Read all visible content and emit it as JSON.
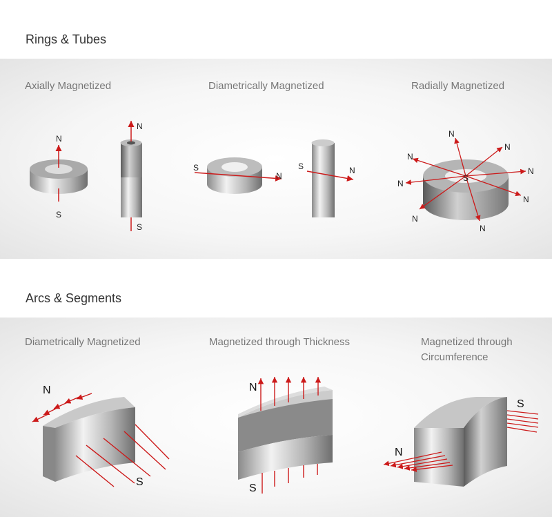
{
  "sections": [
    {
      "title": "Rings & Tubes",
      "labels": [
        "Axially Magnetized",
        "Diametrically Magnetized",
        "Radially Magnetized"
      ]
    },
    {
      "title": "Arcs & Segments",
      "labels": [
        "Diametrically Magnetized",
        "Magnetized through Thickness",
        "Magnetized through",
        "Circumference"
      ]
    }
  ],
  "poles": {
    "north": "N",
    "south": "S"
  },
  "colors": {
    "arrow": "#cc1a1a",
    "title": "#333333",
    "label": "#777777"
  }
}
